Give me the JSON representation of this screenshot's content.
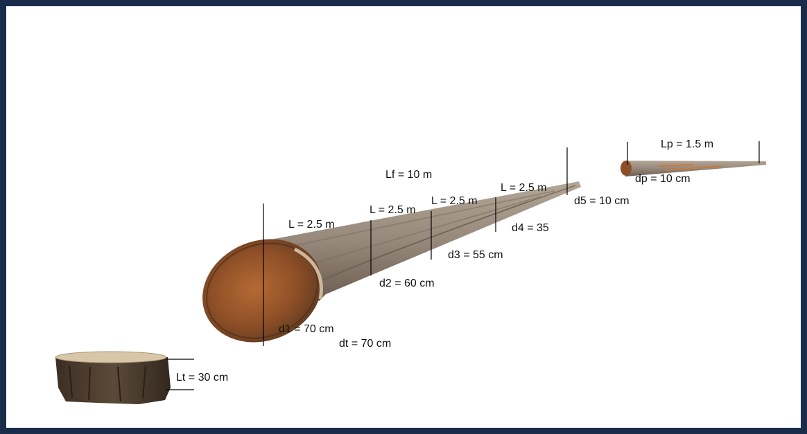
{
  "stump": {
    "diameter": "dt = 70 cm",
    "length": "Lt = 30 cm"
  },
  "log": {
    "total_length": "Lf = 10 m",
    "sections": [
      {
        "length": "L = 2.5 m",
        "diameter": "d1 = 70 cm"
      },
      {
        "length": "L = 2.5 m",
        "diameter": "d2 = 60 cm"
      },
      {
        "length": "L = 2.5 m",
        "diameter": "d3 = 55 cm"
      },
      {
        "length": "L = 2.5 m",
        "diameter": "d4 = 35"
      }
    ],
    "end_diameter": "d5 = 10 cm"
  },
  "branch": {
    "length": "Lp = 1.5 m",
    "diameter": "dp = 10 cm"
  },
  "colors": {
    "frame": "#1b2c4a",
    "bark": "#9a8b7c",
    "bark_dark": "#6e5e50",
    "wood_face": "#9c5a2c",
    "cut_surface": "#d9c6a8"
  }
}
